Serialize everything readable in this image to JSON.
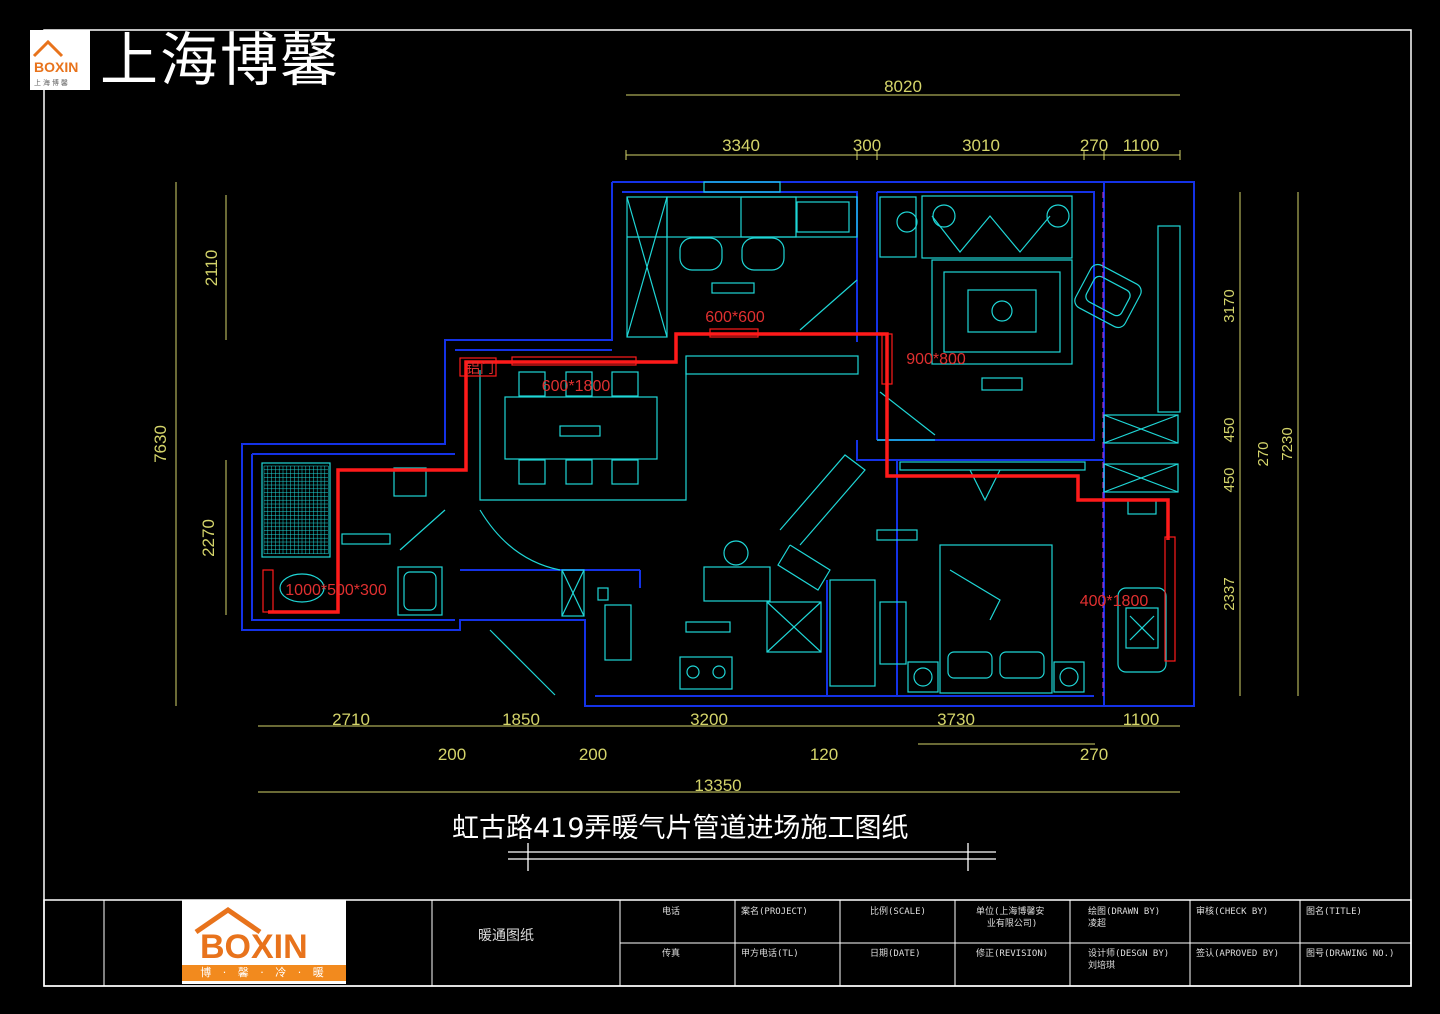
{
  "brand": {
    "title": "上海博馨",
    "logo_text": "BOXIN",
    "logo_sub": "上 海 博 馨"
  },
  "drawing": {
    "title": "虹古路419弄暖气片管道进场施工图纸",
    "dims_top": {
      "overall": "8020",
      "segments": [
        "3340",
        "300",
        "3010",
        "270",
        "1100"
      ]
    },
    "dims_bottom": {
      "segments": [
        "2710",
        "1850",
        "3200",
        "3730",
        "1100"
      ],
      "walls": [
        "200",
        "200",
        "120",
        "270"
      ],
      "overall": "13350"
    },
    "dims_left": {
      "overall": "7630",
      "upper": "2110",
      "lower": "2270"
    },
    "dims_right": {
      "segments": [
        "3170",
        "450",
        "450",
        "2337"
      ],
      "wall": "270",
      "overall": "7230"
    },
    "radiators": [
      "600*600",
      "900*800",
      "600*1800",
      "1000*500*300",
      "400*1800"
    ],
    "tags": [
      "铝门"
    ]
  },
  "title_block": {
    "logo_text": "BOXIN",
    "slogan": "博 · 馨 · 冷 · 暖",
    "drawing_type": "暖通图纸",
    "cells": [
      {
        "key": "phone",
        "text": "电话"
      },
      {
        "key": "fax",
        "text": "传真"
      },
      {
        "key": "project",
        "text": "案名(PROJECT)"
      },
      {
        "key": "party_phone",
        "text": "甲方电话(TL)"
      },
      {
        "key": "scale",
        "text": "比例(SCALE)"
      },
      {
        "key": "date",
        "text": "日期(DATE)"
      },
      {
        "key": "unit",
        "text": "单位(上海博馨安\n  业有限公司)"
      },
      {
        "key": "revision",
        "text": "修正(REVISION)"
      },
      {
        "key": "drawn_by",
        "text": "绘图(DRAWN BY)\n凌超"
      },
      {
        "key": "design_by",
        "text": "设计师(DESGN BY)\n刘培琪"
      },
      {
        "key": "check_by",
        "text": "审核(CHECK BY)"
      },
      {
        "key": "approved_by",
        "text": "签认(APROVED BY)"
      },
      {
        "key": "title",
        "text": "图名(TITLE)"
      },
      {
        "key": "drawing_no",
        "text": "图号(DRAWING NO.)"
      }
    ]
  },
  "colors": {
    "wall": "#1432e6",
    "furniture": "#1fd6d6",
    "dimension": "#d4d46a",
    "pipe": "#ff1a1a",
    "radiator_label": "#e03030",
    "frame": "#ffffff",
    "furniture_alt": "#2fe0e0"
  }
}
